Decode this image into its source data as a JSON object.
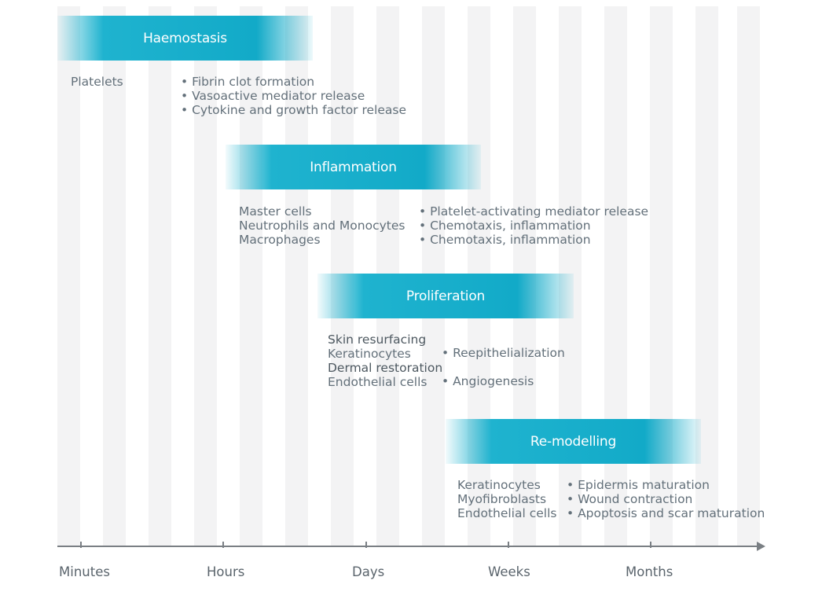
{
  "phases": [
    {
      "title": "Haemostasis",
      "cells": [
        "Platelets"
      ],
      "events": [
        "• Fibrin clot formation",
        "• Vasoactive mediator release",
        "• Cytokine and growth factor release"
      ]
    },
    {
      "title": "Inflammation",
      "cells": [
        "Master cells",
        "Neutrophils and Monocytes",
        "Macrophages"
      ],
      "events": [
        "• Platelet-activating mediator release",
        "• Chemotaxis, inflammation",
        "• Chemotaxis, inflammation"
      ]
    },
    {
      "title": "Proliferation",
      "cells": [
        "Skin resurfacing",
        "Keratinocytes",
        "Dermal restoration",
        "Endothelial cells"
      ],
      "events": [
        "• Reepithelialization",
        "• Angiogenesis"
      ]
    },
    {
      "title": "Re-modelling",
      "cells": [
        "Keratinocytes",
        "Myofibroblasts",
        "Endothelial cells"
      ],
      "events": [
        "• Epidermis maturation",
        "• Wound contraction",
        "• Apoptosis and scar maturation"
      ]
    }
  ],
  "axis": {
    "labels": [
      "Minutes",
      "Hours",
      "Days",
      "Weeks",
      "Months"
    ]
  }
}
